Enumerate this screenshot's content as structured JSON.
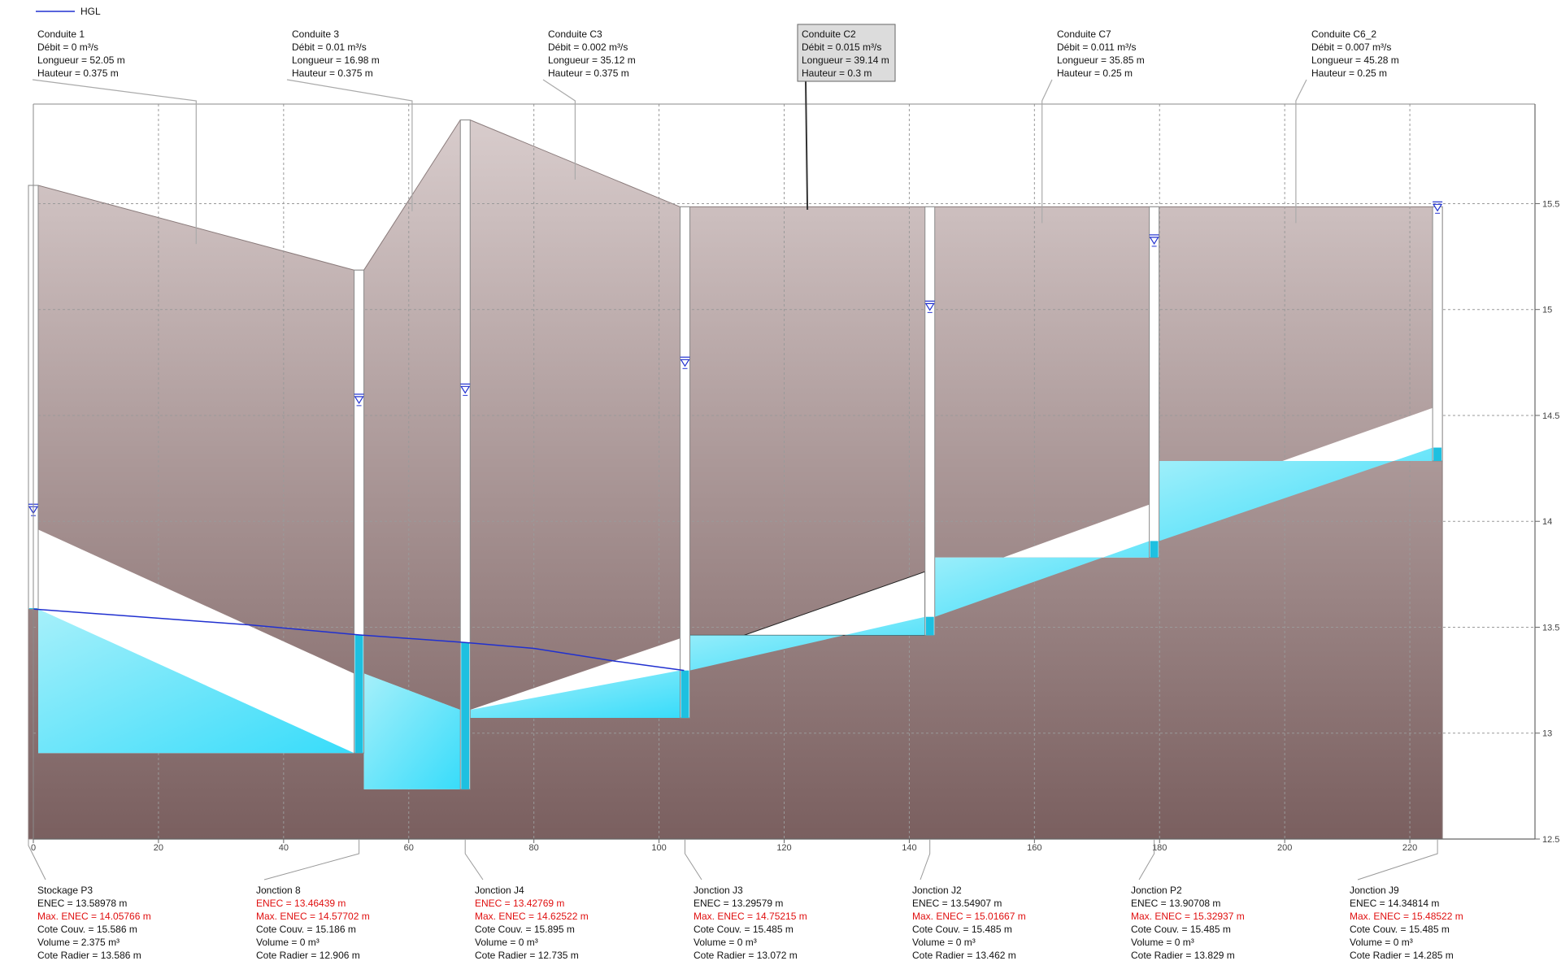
{
  "legend": {
    "label": "HGL",
    "color": "#2030d0"
  },
  "colors": {
    "ground_top": "#d8cccc",
    "ground_bottom": "#7a5f5f",
    "water_light": "#a6f0fa",
    "water_dark": "#38dcfa",
    "water_in_node": "#1ec0e0",
    "grid": "#9a9a9a",
    "hgl": "#2030d0",
    "label_red": "#e01010"
  },
  "chart_data": {
    "type": "area",
    "title": "",
    "xlabel": "",
    "ylabel": "",
    "xlim": [
      0,
      240
    ],
    "ylim": [
      12.5,
      15.97
    ],
    "x_ticks": [
      0,
      20,
      40,
      60,
      80,
      100,
      120,
      140,
      160,
      180,
      200,
      220
    ],
    "y_ticks": [
      12.5,
      13,
      13.5,
      14,
      14.5,
      15,
      15.5
    ],
    "grid": true,
    "legend_position": "top-left",
    "series": [
      {
        "name": "HGL",
        "type": "line",
        "color": "#2030d0",
        "points": [
          [
            0,
            13.586
          ],
          [
            35,
            13.51
          ],
          [
            52,
            13.464
          ],
          [
            69,
            13.428
          ],
          [
            80,
            13.4
          ],
          [
            93,
            13.34
          ],
          [
            104,
            13.296
          ]
        ]
      }
    ],
    "nodes": [
      {
        "name": "Stockage P3",
        "x": 0,
        "enec": "13.58978 m",
        "enec_value": 13.58978,
        "max_enec": "14.05766 m",
        "max_enec_value": 14.05766,
        "cote_couv": "15.586 m",
        "cote_couv_value": 15.586,
        "volume": "2.375 m³",
        "cote_radier": "13.586 m",
        "cote_radier_value": 13.586,
        "enec_red": false
      },
      {
        "name": "Jonction 8",
        "x": 52.05,
        "enec": "13.46439 m",
        "enec_value": 13.46439,
        "max_enec": "14.57702 m",
        "max_enec_value": 14.57702,
        "cote_couv": "15.186 m",
        "cote_couv_value": 15.186,
        "volume": "0 m³",
        "cote_radier": "12.906 m",
        "cote_radier_value": 12.906,
        "enec_red": true
      },
      {
        "name": "Jonction J4",
        "x": 69.03,
        "enec": "13.42769 m",
        "enec_value": 13.42769,
        "max_enec": "14.62522 m",
        "max_enec_value": 14.62522,
        "cote_couv": "15.895 m",
        "cote_couv_value": 15.895,
        "volume": "0 m³",
        "cote_radier": "12.735 m",
        "cote_radier_value": 12.735,
        "enec_red": true
      },
      {
        "name": "Jonction J3",
        "x": 104.15,
        "enec": "13.29579 m",
        "enec_value": 13.29579,
        "max_enec": "14.75215 m",
        "max_enec_value": 14.75215,
        "cote_couv": "15.485 m",
        "cote_couv_value": 15.485,
        "volume": "0 m³",
        "cote_radier": "13.072 m",
        "cote_radier_value": 13.072,
        "enec_red": false
      },
      {
        "name": "Jonction J2",
        "x": 143.29,
        "enec": "13.54907 m",
        "enec_value": 13.54907,
        "max_enec": "15.01667 m",
        "max_enec_value": 15.01667,
        "cote_couv": "15.485 m",
        "cote_couv_value": 15.485,
        "volume": "0 m³",
        "cote_radier": "13.462 m",
        "cote_radier_value": 13.462,
        "enec_red": false
      },
      {
        "name": "Jonction P2",
        "x": 179.14,
        "enec": "13.90708 m",
        "enec_value": 13.90708,
        "max_enec": "15.32937 m",
        "max_enec_value": 15.32937,
        "cote_couv": "15.485 m",
        "cote_couv_value": 15.485,
        "volume": "0 m³",
        "cote_radier": "13.829 m",
        "cote_radier_value": 13.829,
        "enec_red": false
      },
      {
        "name": "Jonction J9",
        "x": 224.42,
        "enec": "14.34814 m",
        "enec_value": 14.34814,
        "max_enec": "15.48522 m",
        "max_enec_value": 15.48522,
        "cote_couv": "15.485 m",
        "cote_couv_value": 15.485,
        "volume": "0 m³",
        "cote_radier": "14.285 m",
        "cote_radier_value": 14.285,
        "enec_red": false
      }
    ],
    "conduits": [
      {
        "name": "Conduite 1",
        "debit": "0 m³/s",
        "longueur": "52.05 m",
        "hauteur": "0.375 m",
        "hauteur_value": 0.375,
        "from_node": 0,
        "to_node": 1,
        "invert_up": 13.586,
        "invert_down": 12.906,
        "water_up": 13.586,
        "water_down": 12.906,
        "selected": false
      },
      {
        "name": "Conduite 3",
        "debit": "0.01 m³/s",
        "longueur": "16.98 m",
        "hauteur": "0.375 m",
        "hauteur_value": 0.375,
        "from_node": 1,
        "to_node": 2,
        "invert_up": 12.906,
        "invert_down": 12.735,
        "water_up": 13.282,
        "water_down": 13.11,
        "selected": false
      },
      {
        "name": "Conduite C3",
        "debit": "0.002 m³/s",
        "longueur": "35.12 m",
        "hauteur": "0.375 m",
        "hauteur_value": 0.375,
        "from_node": 2,
        "to_node": 3,
        "invert_up": 12.735,
        "invert_down": 13.072,
        "water_up": 13.11,
        "water_down": 13.296,
        "selected": false
      },
      {
        "name": "Conduite C2",
        "debit": "0.015 m³/s",
        "longueur": "39.14 m",
        "hauteur": "0.3 m",
        "hauteur_value": 0.3,
        "from_node": 3,
        "to_node": 4,
        "invert_up": 13.072,
        "invert_down": 13.462,
        "water_up": 13.296,
        "water_down": 13.549,
        "selected": true
      },
      {
        "name": "Conduite C7",
        "debit": "0.011 m³/s",
        "longueur": "35.85 m",
        "hauteur": "0.25 m",
        "hauteur_value": 0.25,
        "from_node": 4,
        "to_node": 5,
        "invert_up": 13.462,
        "invert_down": 13.829,
        "water_up": 13.549,
        "water_down": 13.907,
        "selected": false
      },
      {
        "name": "Conduite C6_2",
        "debit": "0.007 m³/s",
        "longueur": "45.28 m",
        "hauteur": "0.25 m",
        "hauteur_value": 0.25,
        "from_node": 5,
        "to_node": 6,
        "invert_up": 13.829,
        "invert_down": 14.285,
        "water_up": 13.907,
        "water_down": 14.348,
        "selected": false
      }
    ],
    "field_labels": {
      "debit": "Débit = ",
      "longueur": "Longueur = ",
      "hauteur": "Hauteur = ",
      "enec": "ENEC = ",
      "max_enec": "Max. ENEC = ",
      "cote_couv": "Cote Couv. = ",
      "volume": "Volume = ",
      "cote_radier": "Cote Radier = "
    }
  }
}
